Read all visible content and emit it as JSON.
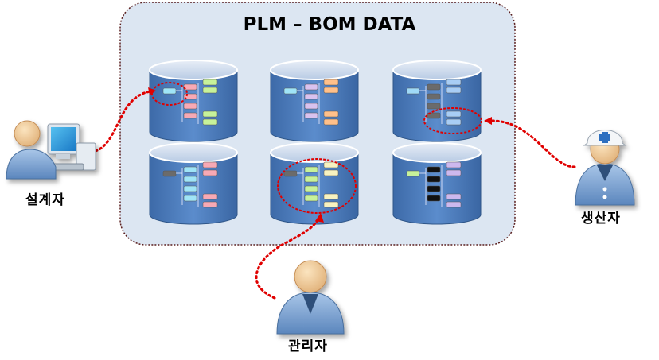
{
  "title": "PLM – BOM DATA",
  "roles": {
    "designer": "설계자",
    "producer": "생산자",
    "manager": "관리자"
  },
  "databases": [
    {
      "id": "db1",
      "scheme": "red-green"
    },
    {
      "id": "db2",
      "scheme": "purple-orange"
    },
    {
      "id": "db3",
      "scheme": "black-blue"
    },
    {
      "id": "db4",
      "scheme": "black-cyan-red"
    },
    {
      "id": "db5",
      "scheme": "green-yellow"
    },
    {
      "id": "db6",
      "scheme": "green-black-purple"
    }
  ],
  "colors": {
    "panel_fill": "#dce6f2",
    "panel_border": "#5a1f1f",
    "db_body": "#4f7fbf",
    "db_top": "#c5d5ea",
    "arrow": "#e00000"
  }
}
